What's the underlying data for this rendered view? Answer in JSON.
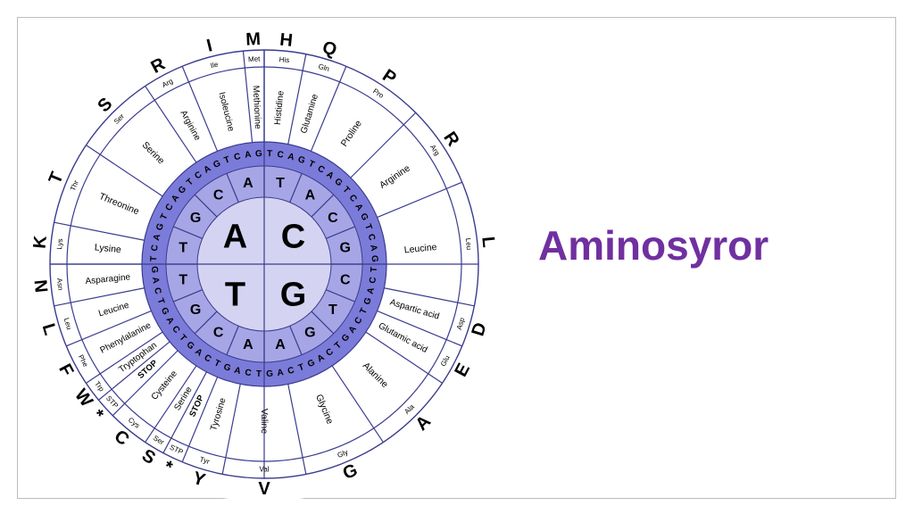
{
  "slide": {
    "title": "Aminosyror",
    "title_color": "#7030a0"
  },
  "colors": {
    "line": "#3b3b8f",
    "ring_base": "#7b7bd9",
    "ring_second": "#a6a6e6",
    "center": "#d4d4f2",
    "text": "#000000"
  },
  "wheel": {
    "quadrants": [
      "A",
      "C",
      "T",
      "G"
    ],
    "second_letters": [
      "T",
      "A",
      "C",
      "G",
      "C",
      "T",
      "G",
      "A",
      "A",
      "C",
      "G",
      "T",
      "T",
      "G",
      "C",
      "A"
    ],
    "codon_letters": "TCAGTCAGTCAGTCAGTCAGTCAGTCAGTCAGTCAGTCAGTCAGTCAGTCAGTCAGTCAGTCAG",
    "amino_acids": [
      {
        "name": "Histidine",
        "abbr": "His",
        "letter": "H"
      },
      {
        "name": "Glutamine",
        "abbr": "Gln",
        "letter": "Q"
      },
      {
        "name": "Proline",
        "abbr": "Pro",
        "letter": "P"
      },
      {
        "name": "Arginine",
        "abbr": "Arg",
        "letter": "R"
      },
      {
        "name": "Leucine",
        "abbr": "Leu",
        "letter": "L"
      },
      {
        "name": "Aspartic acid",
        "abbr": "Asp",
        "letter": "D"
      },
      {
        "name": "Glutamic acid",
        "abbr": "Glu",
        "letter": "E"
      },
      {
        "name": "Alanine",
        "abbr": "Ala",
        "letter": "A"
      },
      {
        "name": "Glycine",
        "abbr": "Gly",
        "letter": "G"
      },
      {
        "name": "Valine",
        "abbr": "Val",
        "letter": "V"
      },
      {
        "name": "Tyrosine",
        "abbr": "Tyr",
        "letter": "Y"
      },
      {
        "name": "STOP",
        "abbr": "STP",
        "letter": "*"
      },
      {
        "name": "Serine",
        "abbr": "Ser",
        "letter": "S"
      },
      {
        "name": "Cysteine",
        "abbr": "Cys",
        "letter": "C"
      },
      {
        "name": "STOP",
        "abbr": "STP",
        "letter": "*"
      },
      {
        "name": "Tryptophan",
        "abbr": "Trp",
        "letter": "W"
      },
      {
        "name": "Phenylalanine",
        "abbr": "Phe",
        "letter": "F"
      },
      {
        "name": "Leucine",
        "abbr": "Leu",
        "letter": "L"
      },
      {
        "name": "Asparagine",
        "abbr": "Asn",
        "letter": "N"
      },
      {
        "name": "Lysine",
        "abbr": "Lys",
        "letter": "K"
      },
      {
        "name": "Threonine",
        "abbr": "Thr",
        "letter": "T"
      },
      {
        "name": "Serine",
        "abbr": "Ser",
        "letter": "S"
      },
      {
        "name": "Arginine",
        "abbr": "Arg",
        "letter": "R"
      },
      {
        "name": "Isoleucine",
        "abbr": "Ile",
        "letter": "I"
      },
      {
        "name": "Methionine",
        "abbr": "Met",
        "letter": "M"
      }
    ]
  }
}
